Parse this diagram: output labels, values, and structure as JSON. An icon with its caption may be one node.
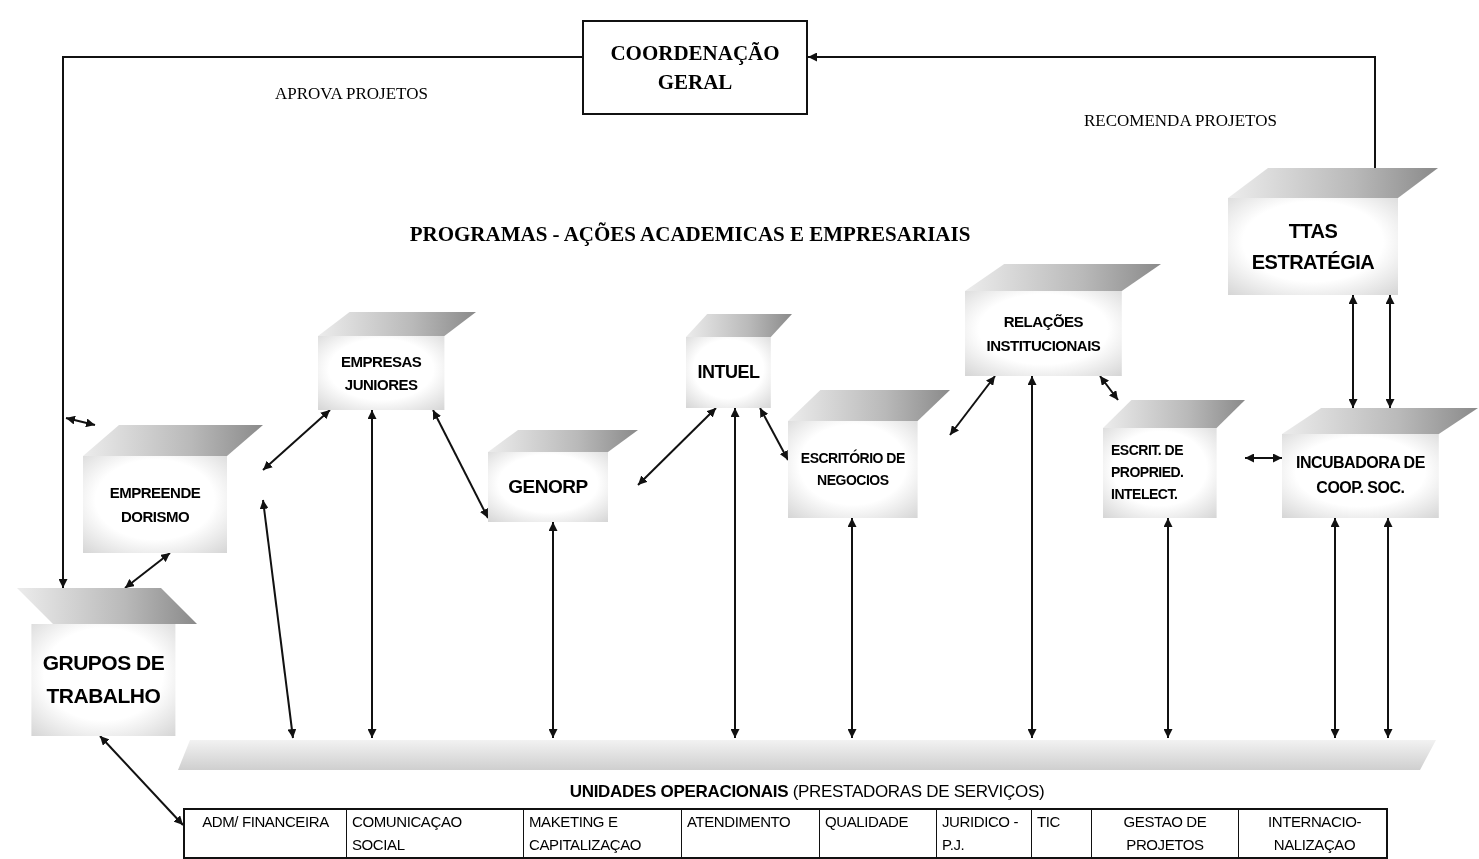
{
  "diagram": {
    "title": "PROGRAMAS - AÇÕES ACADEMICAS E EMPRESARIAIS",
    "nodes": [
      {
        "text": [
          "COORDENAÇÃO GERAL"
        ]
      },
      {
        "text": [
          "TTAS ESTRATÉGIA"
        ]
      },
      {
        "text": [
          "EMPRESAS JUNIORES"
        ]
      },
      {
        "text": [
          "INTUEL"
        ]
      },
      {
        "text": [
          "RELAÇÕES INSTITUCIONAIS"
        ]
      },
      {
        "text": [
          "EMPREENDE DORISMO"
        ]
      },
      {
        "text": [
          "GENORP"
        ]
      },
      {
        "text": [
          "ESCRITÓRIO DE NEGOCIOS"
        ]
      },
      {
        "text": [
          "ESCRIT. DE PROPRIED. INTELECT."
        ]
      },
      {
        "text": [
          "INCUBADORA DE COOP. SOC."
        ]
      },
      {
        "text": [
          "GRUPOS DE TRABALHO"
        ]
      },
      {
        "text": [
          "**UNIDADES OPERACIONAIS** (PRESTADORAS DE SERVIÇOS)"
        ]
      },
      {
        "text": [
          "ADM/ FINANCEIRA",
          "COMUNICAÇAO SOCIAL",
          "MAKETING E CAPITALIZAÇAO",
          "ATENDIMENTO",
          "QUALIDADE",
          "JURIDICO - P.J.",
          "TIC",
          "GESTAO DE PROJETOS",
          "INTERNACIO- NALIZAÇAO"
        ]
      }
    ],
    "edges": [
      {
        "from": 0,
        "to": 10,
        "arrow": "to",
        "label": "APROVA PROJETOS"
      },
      {
        "from": 1,
        "to": 0,
        "arrow": "to",
        "label": "RECOMENDA PROJETOS"
      },
      {
        "from": null,
        "to": 5,
        "arrow": "both"
      },
      {
        "from": 5,
        "to": 10,
        "arrow": "both"
      },
      {
        "from": 5,
        "to": 2,
        "arrow": "both"
      },
      {
        "from": 5,
        "to": 11,
        "arrow": "both"
      },
      {
        "from": 2,
        "to": 11,
        "arrow": "both"
      },
      {
        "from": 2,
        "to": 6,
        "arrow": "both"
      },
      {
        "from": 3,
        "to": 6,
        "arrow": "both"
      },
      {
        "from": 3,
        "to": 7,
        "arrow": "both"
      },
      {
        "from": 3,
        "to": 11,
        "arrow": "both"
      },
      {
        "from": 6,
        "to": 11,
        "arrow": "both"
      },
      {
        "from": 7,
        "to": 4,
        "arrow": "both"
      },
      {
        "from": 7,
        "to": 11,
        "arrow": "both"
      },
      {
        "from": 4,
        "to": 8,
        "arrow": "both"
      },
      {
        "from": 4,
        "to": 11,
        "arrow": "both"
      },
      {
        "from": 8,
        "to": 9,
        "arrow": "both"
      },
      {
        "from": 1,
        "to": 9,
        "arrow": "both"
      },
      {
        "from": 1,
        "to": 9,
        "arrow": "both"
      },
      {
        "from": 9,
        "to": 11,
        "arrow": "both"
      },
      {
        "from": 9,
        "to": 11,
        "arrow": "both"
      },
      {
        "from": 8,
        "to": 11,
        "arrow": "both"
      },
      {
        "from": 10,
        "to": 12,
        "arrow": "both"
      }
    ]
  }
}
